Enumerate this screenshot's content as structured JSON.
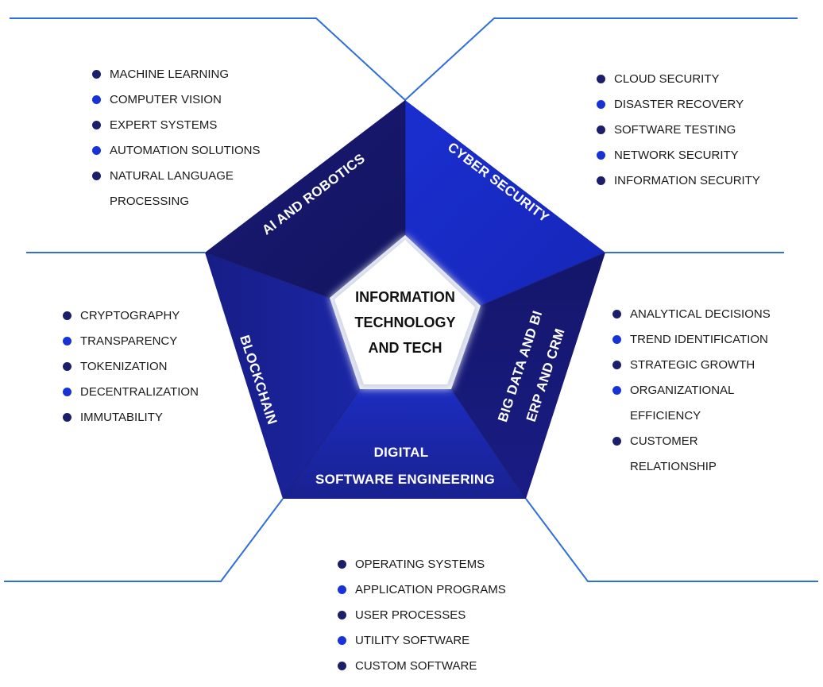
{
  "colors": {
    "segment_dark": "#13156b",
    "segment_mid": "#1a24a8",
    "segment_bright": "#1733d6",
    "connector_line": "#2f6fd8",
    "bullet_dark": "#1b1f6b",
    "bullet_blue": "#1733d6"
  },
  "center": {
    "lines": [
      "INFORMATION",
      "TECHNOLOGY",
      "AND TECH"
    ]
  },
  "segments": {
    "ai": {
      "label": "AI AND ROBOTICS"
    },
    "cyber": {
      "label": "CYBER SECURITY"
    },
    "bigdata": {
      "line1": "BIG DATA AND BI",
      "line2": "ERP AND CRM"
    },
    "digital": {
      "line1": "DIGITAL",
      "line2": "SOFTWARE ENGINEERING"
    },
    "blockchain": {
      "label": "BLOCKCHAIN"
    }
  },
  "lists": {
    "ai": [
      {
        "text": "MACHINE LEARNING",
        "bullet": "dark"
      },
      {
        "text": "COMPUTER VISION",
        "bullet": "blue"
      },
      {
        "text": "EXPERT SYSTEMS",
        "bullet": "dark"
      },
      {
        "text": "AUTOMATION SOLUTIONS",
        "bullet": "blue"
      },
      {
        "text": "NATURAL LANGUAGE",
        "bullet": "dark"
      },
      {
        "text": "PROCESSING",
        "bullet": "none"
      }
    ],
    "cyber": [
      {
        "text": "CLOUD SECURITY",
        "bullet": "dark"
      },
      {
        "text": "DISASTER RECOVERY",
        "bullet": "blue"
      },
      {
        "text": "SOFTWARE TESTING",
        "bullet": "dark"
      },
      {
        "text": "NETWORK SECURITY",
        "bullet": "blue"
      },
      {
        "text": "INFORMATION SECURITY",
        "bullet": "dark"
      }
    ],
    "blockchain": [
      {
        "text": "CRYPTOGRAPHY",
        "bullet": "dark"
      },
      {
        "text": "TRANSPARENCY",
        "bullet": "blue"
      },
      {
        "text": "TOKENIZATION",
        "bullet": "dark"
      },
      {
        "text": "DECENTRALIZATION",
        "bullet": "blue"
      },
      {
        "text": "IMMUTABILITY",
        "bullet": "dark"
      }
    ],
    "bigdata": [
      {
        "text": "ANALYTICAL DECISIONS",
        "bullet": "dark"
      },
      {
        "text": "TREND IDENTIFICATION",
        "bullet": "blue"
      },
      {
        "text": "STRATEGIC GROWTH",
        "bullet": "dark"
      },
      {
        "text": "ORGANIZATIONAL",
        "bullet": "blue"
      },
      {
        "text": "EFFICIENCY",
        "bullet": "none"
      },
      {
        "text": "CUSTOMER",
        "bullet": "dark"
      },
      {
        "text": "RELATIONSHIP",
        "bullet": "none"
      }
    ],
    "digital": [
      {
        "text": "OPERATING SYSTEMS",
        "bullet": "dark"
      },
      {
        "text": "APPLICATION PROGRAMS",
        "bullet": "blue"
      },
      {
        "text": "USER PROCESSES",
        "bullet": "dark"
      },
      {
        "text": "UTILITY SOFTWARE",
        "bullet": "blue"
      },
      {
        "text": "CUSTOM SOFTWARE",
        "bullet": "dark"
      }
    ]
  }
}
